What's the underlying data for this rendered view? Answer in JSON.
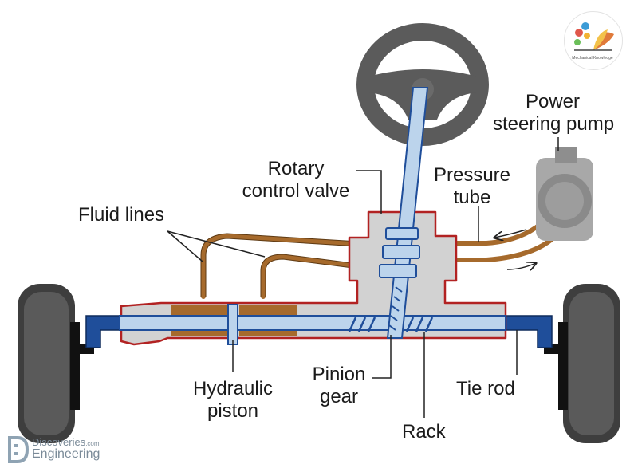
{
  "labels": {
    "power_steering_pump_1": "Power",
    "power_steering_pump_2": "steering pump",
    "rotary_control_valve_1": "Rotary",
    "rotary_control_valve_2": "control valve",
    "pressure_tube_1": "Pressure",
    "pressure_tube_2": "tube",
    "fluid_lines": "Fluid lines",
    "hydraulic_piston_1": "Hydraulic",
    "hydraulic_piston_2": "piston",
    "pinion_gear_1": "Pinion",
    "pinion_gear_2": "gear",
    "tie_rod": "Tie rod",
    "rack": "Rack"
  },
  "watermark": {
    "line1": "Discoveries",
    "line1_suffix": ".com",
    "line2": "Engineering"
  },
  "logo": {
    "caption": "Mechanical Knowledge"
  },
  "colors": {
    "housing_fill": "#d2d2d2",
    "housing_outline": "#b22222",
    "fluid": "#a66a2c",
    "shaft": "#1f5fa5",
    "tire": "#4a4a4a",
    "steering_wheel": "#555555",
    "pump": "#9a9a9a"
  }
}
